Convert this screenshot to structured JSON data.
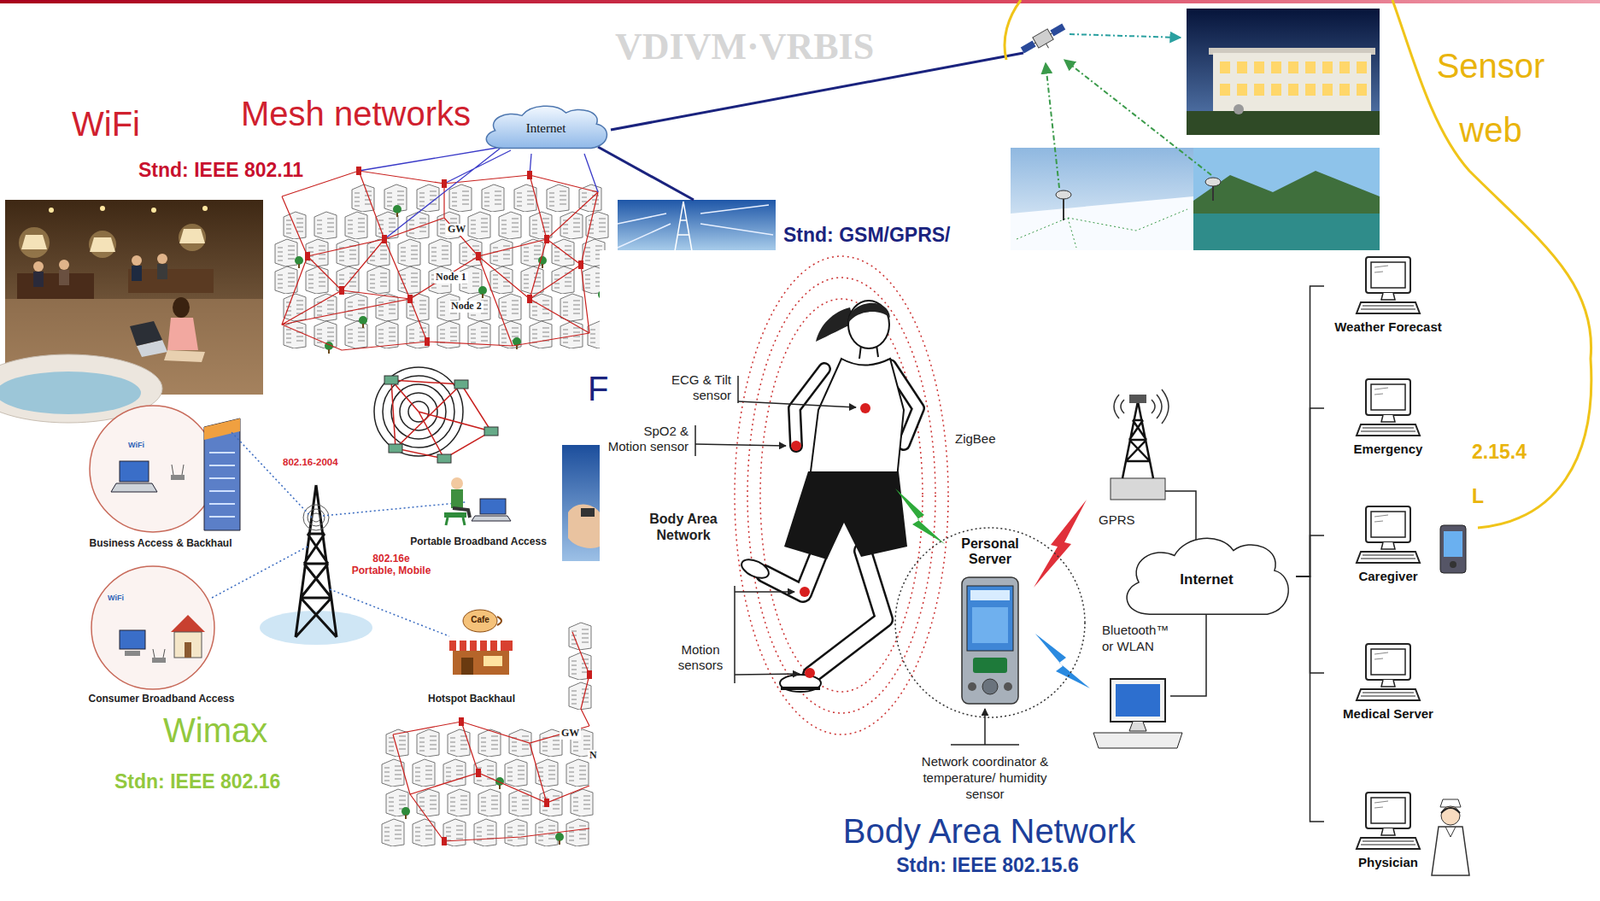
{
  "diagram": {
    "nodes": [
      {
        "text": [
          "Internet"
        ]
      },
      {
        "text": [
          "Personal Server"
        ]
      },
      {
        "text": [
          "Internet"
        ]
      },
      {
        "text": [
          "Weather Forecast"
        ]
      },
      {
        "text": [
          "Emergency"
        ]
      },
      {
        "text": [
          "Caregiver"
        ]
      },
      {
        "text": [
          "Medical Server"
        ]
      },
      {
        "text": [
          "Physician"
        ]
      }
    ],
    "edges": [
      {
        "from": 2,
        "to": 3,
        "arrow": "none"
      },
      {
        "from": 2,
        "to": 4,
        "arrow": "none"
      },
      {
        "from": 2,
        "to": 5,
        "arrow": "none"
      },
      {
        "from": 2,
        "to": 6,
        "arrow": "none"
      },
      {
        "from": 2,
        "to": 7,
        "arrow": "none"
      }
    ],
    "labels": [
      "VDIVM·VRBIS",
      "WiFi",
      "Mesh networks",
      "Stnd: IEEE 802.11",
      "GW",
      "Node 1",
      "Node 2",
      "Stnd: GSM/GPRS/",
      "Sensor web",
      "F",
      "WiFi",
      "Business Access & Backhaul",
      "802.16-2004",
      "Portable Broadband Access",
      "802.16e Portable, Mobile",
      "WiFi",
      "Consumer Broadband Access",
      "Cafe",
      "Hotspot Backhaul",
      "Wimax",
      "Stdn: IEEE 802.16",
      "GW",
      "N",
      "ECG & Tilt sensor",
      "SpO2 & Motion sensor",
      "ZigBee",
      "Body Area Network",
      "Motion sensors",
      "GPRS",
      "Bluetooth™ or WLAN",
      "Network coordinator & temperature/ humidity sensor",
      "Body Area Network",
      "Stdn: IEEE 802.15.6",
      "2.15.4",
      "L"
    ]
  }
}
